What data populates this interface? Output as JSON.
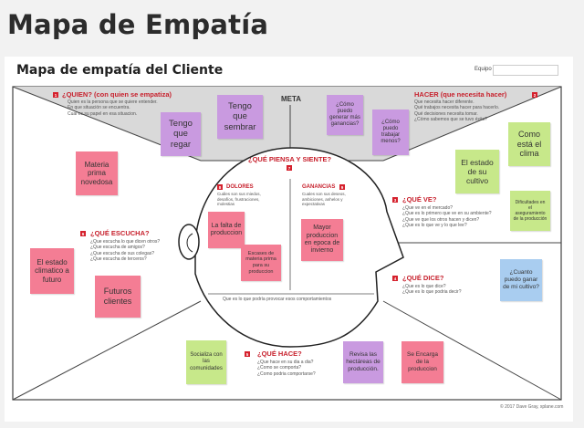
{
  "page_title": "Mapa de Empatía",
  "card_title": "Mapa de empatía del Cliente",
  "equipo_label": "Equipo",
  "meta_label": "META",
  "quien": {
    "number": "1",
    "title": "¿QUIEN? (con quien se empatiza)",
    "lines": [
      "Quien es la persona que se quiere entender.",
      "En que situación se encuentra.",
      "Cual es su papel en esa situacion."
    ]
  },
  "hacer": {
    "number": "2",
    "title": "HACER (que necesita hacer)",
    "lines": [
      "Que necesita hacer diferente.",
      "Qué trabajos necesita hacer para hacerlo.",
      "Qué decisiones necesita tomar.",
      "¿Cómo sabemos que se tuvo éxito?"
    ]
  },
  "piensa": {
    "number": "7",
    "title": "¿QUÉ PIENSA Y SIENTE?"
  },
  "dolores": {
    "number": "8",
    "title": "DOLORES",
    "lines": [
      "Cuáles son sus miedos,",
      "desafíos, frustraciones,",
      "molestias"
    ]
  },
  "ganancias": {
    "number": "9",
    "title": "GANANCIAS",
    "lines": [
      "Cuales son sus deseos,",
      "ambiciones, anhelos y",
      "expectativas"
    ]
  },
  "head_footer": "Que es lo que podría provocar esos comportamientos",
  "ve": {
    "number": "3",
    "title": "¿QUÉ VE?",
    "lines": [
      "¿Que ve en el mercado?",
      "¿Que es lo primero que ve en su ambiente?",
      "¿Que ve que los otros hacen y dicen?",
      "¿Que es lo que ve y lo que lee?"
    ]
  },
  "dice": {
    "number": "4",
    "title": "¿QUÉ DICE?",
    "lines": [
      "¿Que es lo que dice?",
      "¿Que es lo que podria decir?"
    ]
  },
  "hace": {
    "number": "5",
    "title": "¿QUÉ HACE?",
    "lines": [
      "¿Que hace en su dia a dia?",
      "¿Como se comporta?",
      "¿Como podria comportarse?"
    ]
  },
  "escucha": {
    "number": "6",
    "title": "¿QUÉ ESCUCHA?",
    "lines": [
      "¿Que escucha lo que dicen otros?",
      "¿Que escucha de amigos?",
      "¿Que escucha de sus colegas?",
      "¿Que escucha de terceros?"
    ]
  },
  "notes": {
    "tengo_regar": "Tengo que regar",
    "tengo_sembrar": "Tengo que sembrar",
    "como_generar": "¿Cómo puedo generar más ganancias?",
    "como_trabajar": "¿Cómo puedo trabajar menos?",
    "como_clima": "Como está el clima",
    "estado_cultivo": "El estado de su cultivo",
    "dificultades": "Dificultades en el aseguramiento de la producción",
    "materia_prima": "Materia prima novedosa",
    "estado_climatico": "El estado climatico a futuro",
    "futuros_clientes": "Futuros clientes",
    "falta_produccion": "La falta de produccion",
    "escases_materia": "Escases de materia prima para su produccion",
    "mayor_produccion": "Mayor produccion en epoca de invierno",
    "cuanto_ganar": "¿Cuanto puedo ganar de mi cultivo?",
    "socializa": "Socializa con las comunidades",
    "revisa_hectareas": "Revisa las hectáreas de producción.",
    "encarga_produccion": "Se Encarga de la produccion"
  },
  "copyright": "© 2017 Dave Gray, xplane.com",
  "colors": {
    "accent": "#c7202c",
    "pink": "#f47d94",
    "violet": "#c99ae0",
    "green": "#c7e88a",
    "blue": "#a9cdf0"
  }
}
